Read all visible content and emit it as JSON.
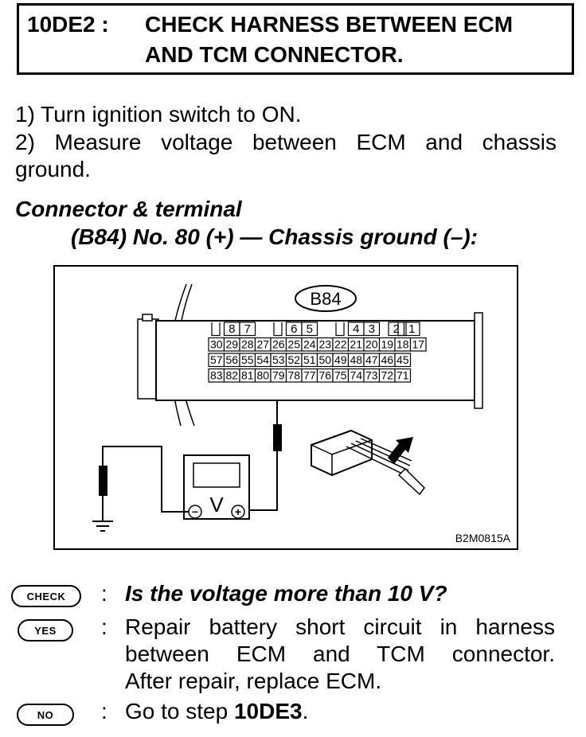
{
  "header": {
    "step": "10DE2 :",
    "title_line1": "CHECK HARNESS BETWEEN ECM",
    "title_line2": "AND TCM CONNECTOR."
  },
  "instructions": [
    "1)  Turn ignition switch to ON.",
    "2)  Measure voltage between ECM and chassis",
    "ground."
  ],
  "connector": {
    "heading": "Connector & terminal",
    "spec": "(B84) No. 80 (+) — Chassis ground (–):"
  },
  "figure": {
    "connector_label": "B84",
    "top_row": [
      "8",
      "7",
      "6",
      "5",
      "4",
      "3",
      "2",
      "1"
    ],
    "row1": [
      "30",
      "29",
      "28",
      "27",
      "26",
      "25",
      "24",
      "23",
      "22",
      "21",
      "20",
      "19",
      "18",
      "17"
    ],
    "row2": [
      "57",
      "56",
      "55",
      "54",
      "53",
      "52",
      "51",
      "50",
      "49",
      "48",
      "47",
      "46",
      "45"
    ],
    "row3": [
      "83",
      "82",
      "81",
      "80",
      "79",
      "78",
      "77",
      "76",
      "75",
      "74",
      "73",
      "72",
      "71"
    ],
    "meter_symbol": "V",
    "minus": "−",
    "plus": "+",
    "figure_code": "B2M0815A"
  },
  "qa": {
    "check_badge": "CHECK",
    "check_text": "Is the voltage more than 10 V?",
    "yes_badge": "YES",
    "yes_line1": "Repair battery short circuit in harness",
    "yes_line2": "between ECM and TCM connector.",
    "yes_line3": "After repair, replace ECM.",
    "no_badge": "NO",
    "no_prefix": "Go to step ",
    "no_step": "10DE3",
    "no_suffix": ".",
    "colon": ":"
  }
}
